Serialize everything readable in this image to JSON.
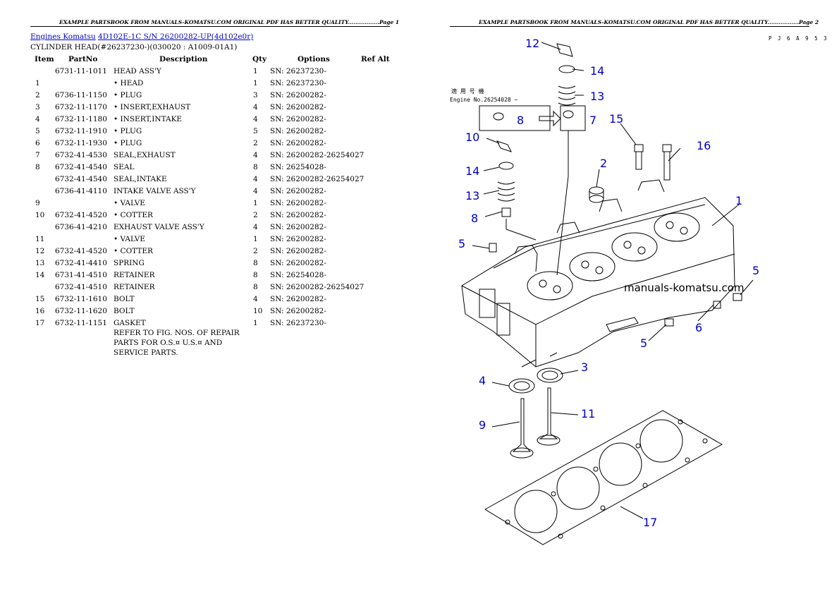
{
  "left_page": {
    "header": "EXAMPLE PARTSBOOK FROM MANUALS-KOMATSU.COM ORIGINAL PDF HAS BETTER QUALITY.................Page 1",
    "breadcrumb": {
      "link1": "Engines Komatsu",
      "link2": "4D102E-1C S/N 26200282-UP(4d102e0r)"
    },
    "subtitle": "CYLINDER HEAD(#26237230-)(030020 : A1009-01A1)",
    "columns": {
      "item": "Item",
      "partno": "PartNo",
      "description": "Description",
      "qty": "Qty",
      "options": "Options",
      "refalt": "Ref Alt"
    },
    "rows": [
      {
        "item": "",
        "part": "6731-11-1011",
        "desc": "HEAD ASS'Y",
        "qty": "1",
        "opt": "SN: 26237230-"
      },
      {
        "item": "1",
        "part": "",
        "desc": "• HEAD",
        "qty": "1",
        "opt": "SN: 26237230-"
      },
      {
        "item": "2",
        "part": "6736-11-1150",
        "desc": "• PLUG",
        "qty": "3",
        "opt": "SN: 26200282-"
      },
      {
        "item": "3",
        "part": "6732-11-1170",
        "desc": "• INSERT,EXHAUST",
        "qty": "4",
        "opt": "SN: 26200282-"
      },
      {
        "item": "4",
        "part": "6732-11-1180",
        "desc": "• INSERT,INTAKE",
        "qty": "4",
        "opt": "SN: 26200282-"
      },
      {
        "item": "5",
        "part": "6732-11-1910",
        "desc": "• PLUG",
        "qty": "5",
        "opt": "SN: 26200282-"
      },
      {
        "item": "6",
        "part": "6732-11-1930",
        "desc": "• PLUG",
        "qty": "2",
        "opt": "SN: 26200282-"
      },
      {
        "item": "7",
        "part": "6732-41-4530",
        "desc": "SEAL,EXHAUST",
        "qty": "4",
        "opt": "SN: 26200282-26254027"
      },
      {
        "item": "8",
        "part": "6732-41-4540",
        "desc": "SEAL",
        "qty": "8",
        "opt": "SN: 26254028-"
      },
      {
        "item": "",
        "part": "6732-41-4540",
        "desc": "SEAL,INTAKE",
        "qty": "4",
        "opt": "SN: 26200282-26254027"
      },
      {
        "item": "",
        "part": "6736-41-4110",
        "desc": "INTAKE VALVE ASS'Y",
        "qty": "4",
        "opt": "SN: 26200282-"
      },
      {
        "item": "9",
        "part": "",
        "desc": "• VALVE",
        "qty": "1",
        "opt": "SN: 26200282-"
      },
      {
        "item": "10",
        "part": "6732-41-4520",
        "desc": "• COTTER",
        "qty": "2",
        "opt": "SN: 26200282-"
      },
      {
        "item": "",
        "part": "6736-41-4210",
        "desc": "EXHAUST VALVE ASS'Y",
        "qty": "4",
        "opt": "SN: 26200282-"
      },
      {
        "item": "11",
        "part": "",
        "desc": "• VALVE",
        "qty": "1",
        "opt": "SN: 26200282-"
      },
      {
        "item": "12",
        "part": "6732-41-4520",
        "desc": "• COTTER",
        "qty": "2",
        "opt": "SN: 26200282-"
      },
      {
        "item": "13",
        "part": "6732-41-4410",
        "desc": "SPRING",
        "qty": "8",
        "opt": "SN: 26200282-"
      },
      {
        "item": "14",
        "part": "6731-41-4510",
        "desc": "RETAINER",
        "qty": "8",
        "opt": "SN: 26254028-"
      },
      {
        "item": "",
        "part": "6732-41-4510",
        "desc": "RETAINER",
        "qty": "8",
        "opt": "SN: 26200282-26254027"
      },
      {
        "item": "15",
        "part": "6732-11-1610",
        "desc": "BOLT",
        "qty": "4",
        "opt": "SN: 26200282-"
      },
      {
        "item": "16",
        "part": "6732-11-1620",
        "desc": "BOLT",
        "qty": "10",
        "opt": "SN: 26200282-"
      },
      {
        "item": "17",
        "part": "6732-11-1151",
        "desc": "GASKET",
        "qty": "1",
        "opt": "SN: 26237230-"
      }
    ],
    "note": "REFER TO FIG. NOS. OF REPAIR\nPARTS FOR O.S.¤ U.S.¤ AND\nSERVICE PARTS."
  },
  "right_page": {
    "header": "EXAMPLE PARTSBOOK FROM MANUALS-KOMATSU.COM ORIGINAL PDF HAS BETTER QUALITY.................Page 2",
    "figure_code": "P J 6 A 9 5 3",
    "engine_no_label_jp": "適 用 号 機",
    "engine_no_label": "Engine No.26254028 ~",
    "watermark": "manuals-komatsu.com",
    "callouts": [
      "12",
      "14",
      "13",
      "8",
      "7",
      "15",
      "10",
      "16",
      "14",
      "2",
      "13",
      "1",
      "8",
      "5",
      "5",
      "6",
      "5",
      "3",
      "4",
      "11",
      "9",
      "17"
    ]
  }
}
